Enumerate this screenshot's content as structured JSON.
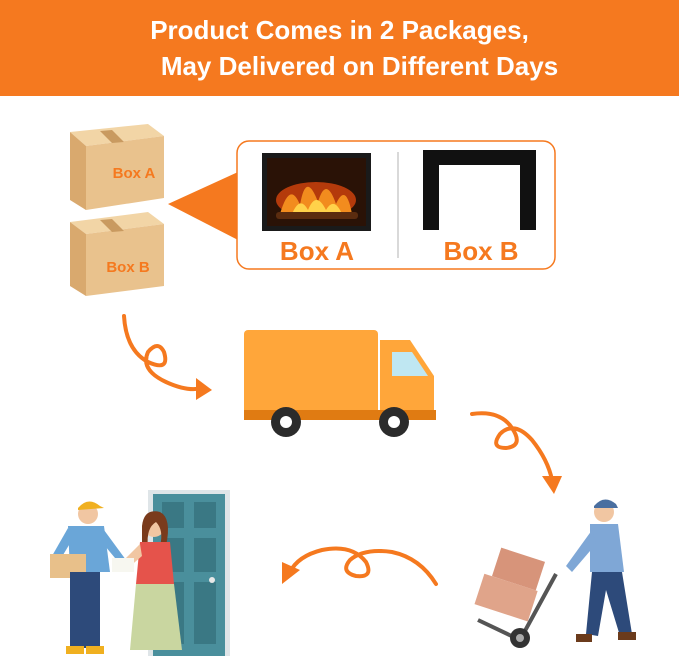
{
  "header": {
    "line1": "Product Comes in 2 Packages,",
    "line2": "May Delivered on Different Days"
  },
  "boxes": {
    "top_label": "Box A",
    "bottom_label": "Box B"
  },
  "panel": {
    "left_label": "Box A",
    "right_label": "Box B"
  },
  "colors": {
    "accent": "#f5791f",
    "box": "#e8c08a",
    "truck": "#ffa63a",
    "door": "#4a8f9c"
  },
  "icons": [
    "cardboard-box-icon",
    "fireplace-icon",
    "mantel-frame-icon",
    "delivery-truck-icon",
    "delivery-man-icon",
    "customer-woman-icon",
    "door-icon",
    "hand-truck-icon",
    "curly-arrow-icon"
  ]
}
